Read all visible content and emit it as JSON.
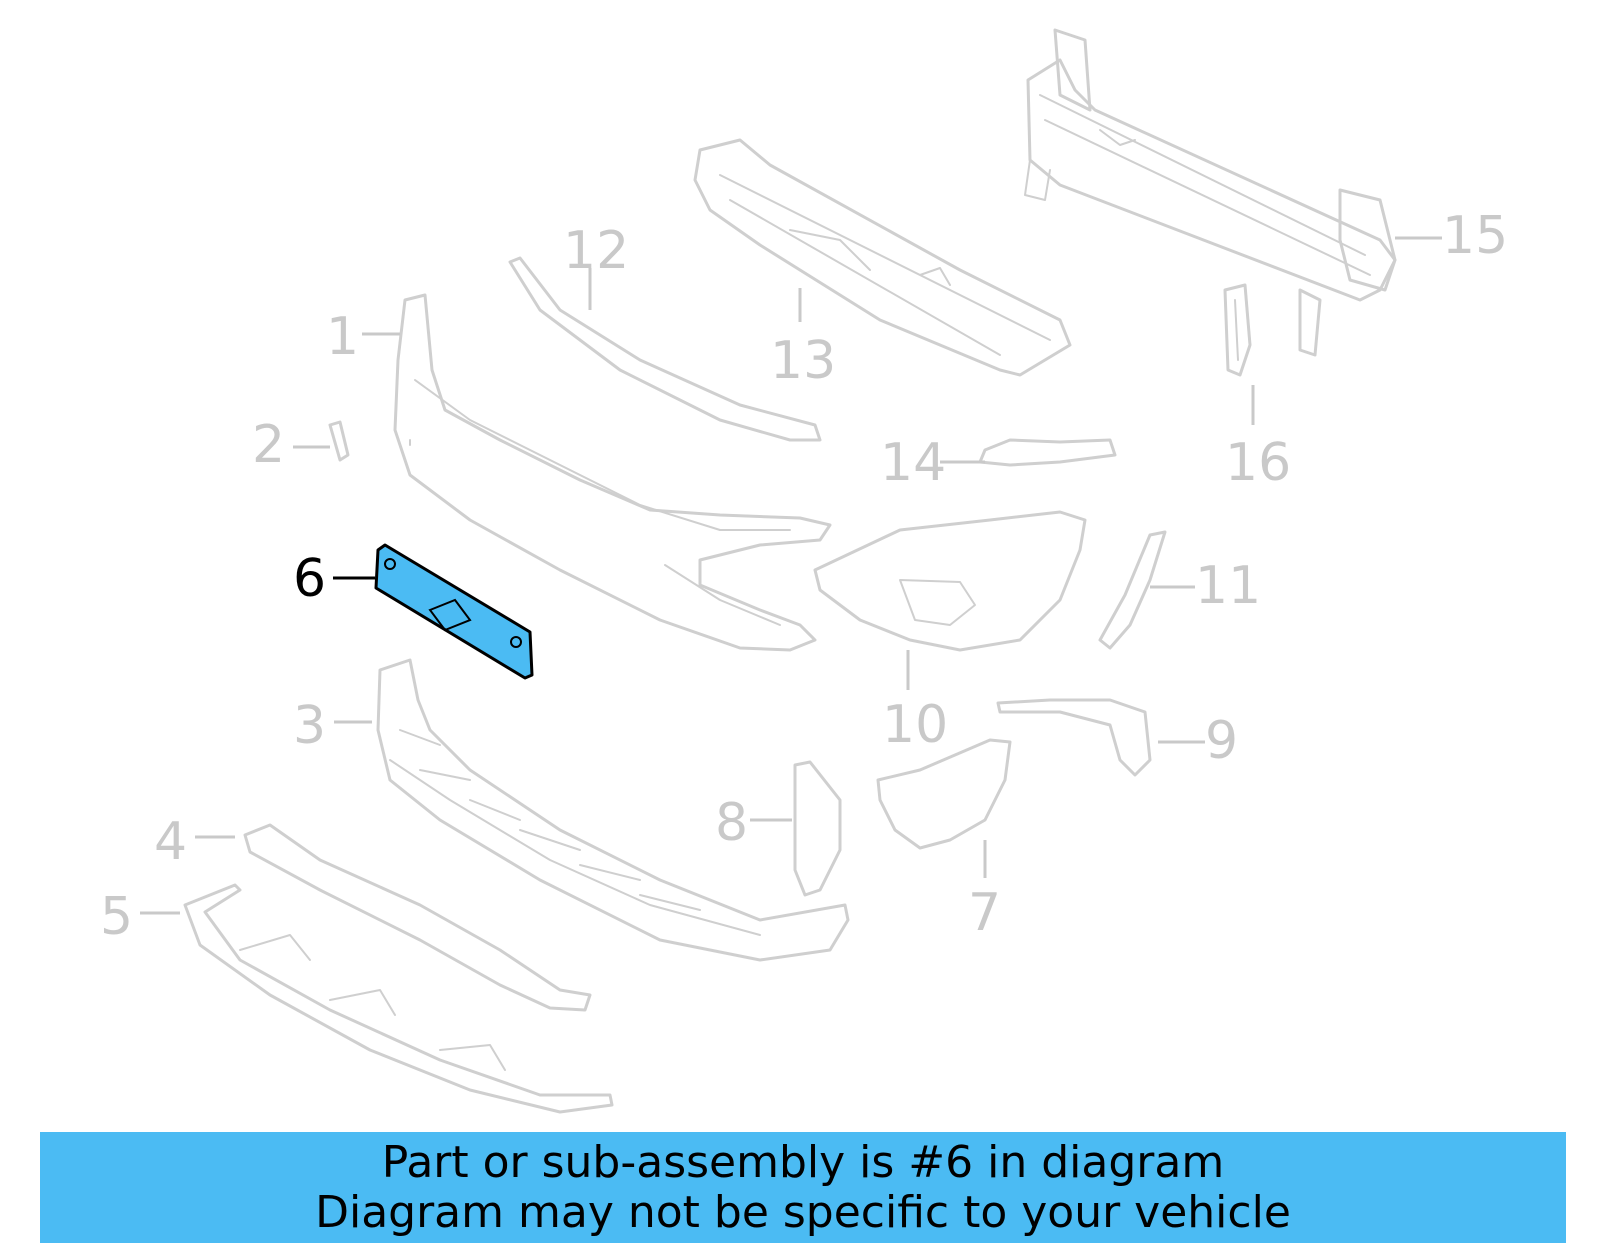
{
  "diagram": {
    "highlight_color": "#4bbbf3",
    "callouts": [
      {
        "id": "1",
        "label": "1"
      },
      {
        "id": "2",
        "label": "2"
      },
      {
        "id": "3",
        "label": "3"
      },
      {
        "id": "4",
        "label": "4"
      },
      {
        "id": "5",
        "label": "5"
      },
      {
        "id": "6",
        "label": "6",
        "highlighted": true
      },
      {
        "id": "7",
        "label": "7"
      },
      {
        "id": "8",
        "label": "8"
      },
      {
        "id": "9",
        "label": "9"
      },
      {
        "id": "10",
        "label": "10"
      },
      {
        "id": "11",
        "label": "11"
      },
      {
        "id": "12",
        "label": "12"
      },
      {
        "id": "13",
        "label": "13"
      },
      {
        "id": "14",
        "label": "14"
      },
      {
        "id": "15",
        "label": "15"
      },
      {
        "id": "16",
        "label": "16"
      }
    ]
  },
  "banner": {
    "line1": "Part or sub-assembly is #6 in diagram",
    "line2": "Diagram may not be specific to your vehicle",
    "background": "#4bbbf3"
  }
}
